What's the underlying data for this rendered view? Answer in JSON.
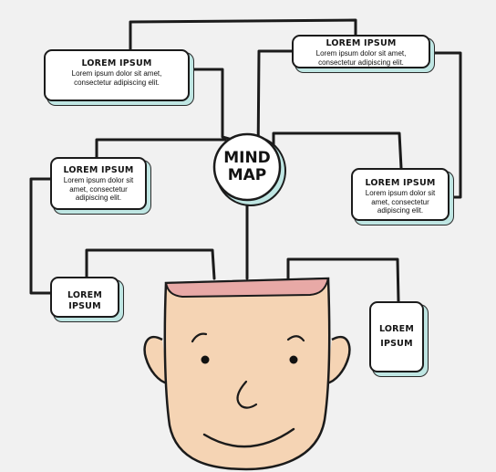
{
  "diagram": {
    "center": {
      "line1": "MIND",
      "line2": "MAP"
    },
    "boxes": [
      {
        "title": "LOREM IPSUM",
        "body": "Lorem ipsum dolor sit amet, consectetur adipiscing elit."
      },
      {
        "title": "LOREM IPSUM",
        "body": "Lorem ipsum dolor sit amet, consectetur adipiscing elit."
      },
      {
        "title": "LOREM IPSUM",
        "body": "Lorem ipsum dolor sit amet, consectetur adipiscing elit."
      },
      {
        "title": "LOREM IPSUM",
        "body": "Lorem ipsum dolor sit amet, consectetur adipiscing elit."
      },
      {
        "title": "LOREM IPSUM"
      },
      {
        "title": "LOREM IPSUM"
      }
    ],
    "colors": {
      "background": "#f1f1f1",
      "box_shadow": "#bfe6e3",
      "skin": "#f5d4b4",
      "brain_opening": "#e8a9a6",
      "outline": "#1b1b1b"
    }
  }
}
